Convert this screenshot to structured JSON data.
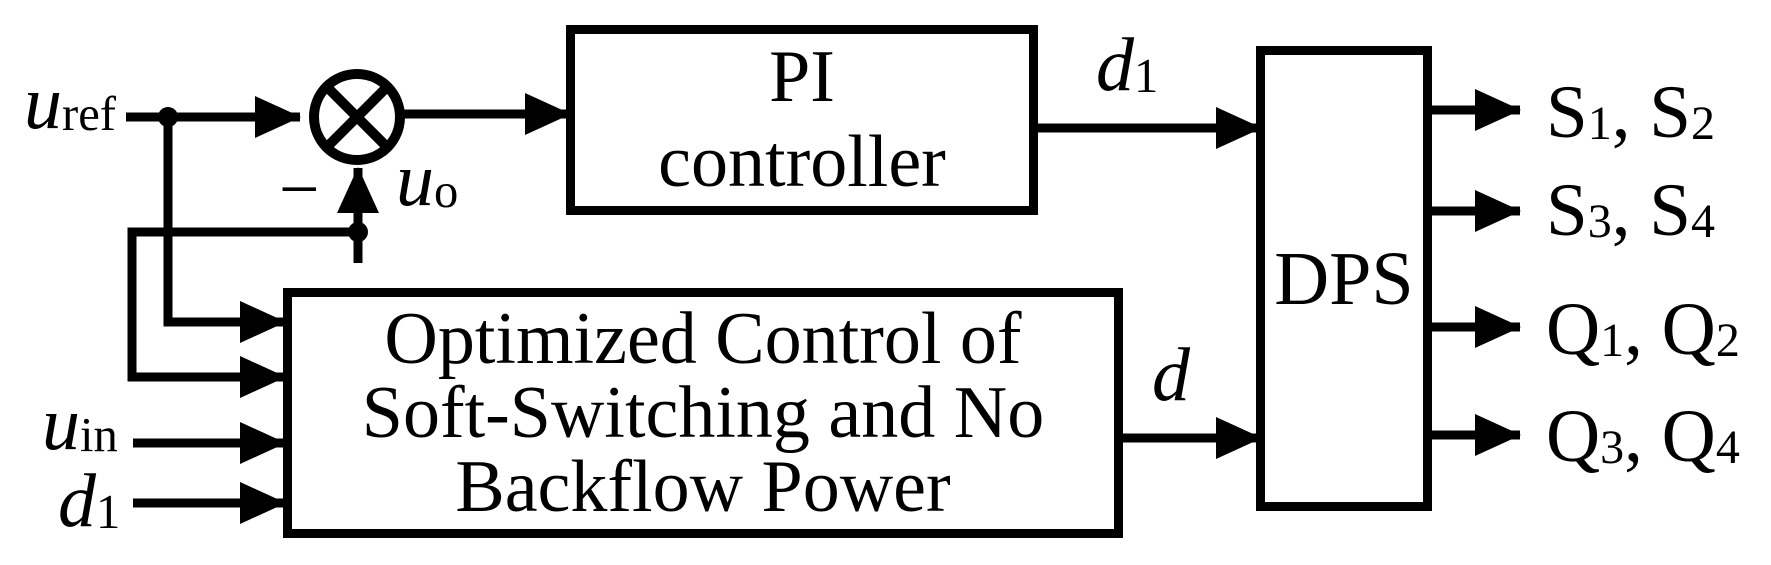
{
  "diagram_title": "DPS control block diagram",
  "colors": {
    "ink": "#000000",
    "background": "#ffffff"
  },
  "labels": {
    "u_ref": {
      "main": "u",
      "sub": "ref"
    },
    "u_o": {
      "main": "u",
      "sub": "o"
    },
    "u_in": {
      "main": "u",
      "sub": "in"
    },
    "d1_in": {
      "main": "d",
      "sub": "1"
    },
    "d1_out": {
      "main": "d",
      "sub": "1"
    },
    "d_out": {
      "main": "d"
    },
    "minus": "−"
  },
  "blocks": {
    "pi": {
      "line1": "PI",
      "line2": "controller"
    },
    "optimized": {
      "line1": "Optimized Control of",
      "line2": "Soft-Switching and No",
      "line3": "Backflow Power"
    },
    "dps": {
      "label": "DPS"
    }
  },
  "outputs": [
    {
      "m1": "S",
      "s1": "1",
      "sep": ", ",
      "m2": "S",
      "s2": "2"
    },
    {
      "m1": "S",
      "s1": "3",
      "sep": ", ",
      "m2": "S",
      "s2": "4"
    },
    {
      "m1": "Q",
      "s1": "1",
      "sep": ", ",
      "m2": "Q",
      "s2": "2"
    },
    {
      "m1": "Q",
      "s1": "3",
      "sep": ", ",
      "m2": "Q",
      "s2": "4"
    }
  ]
}
